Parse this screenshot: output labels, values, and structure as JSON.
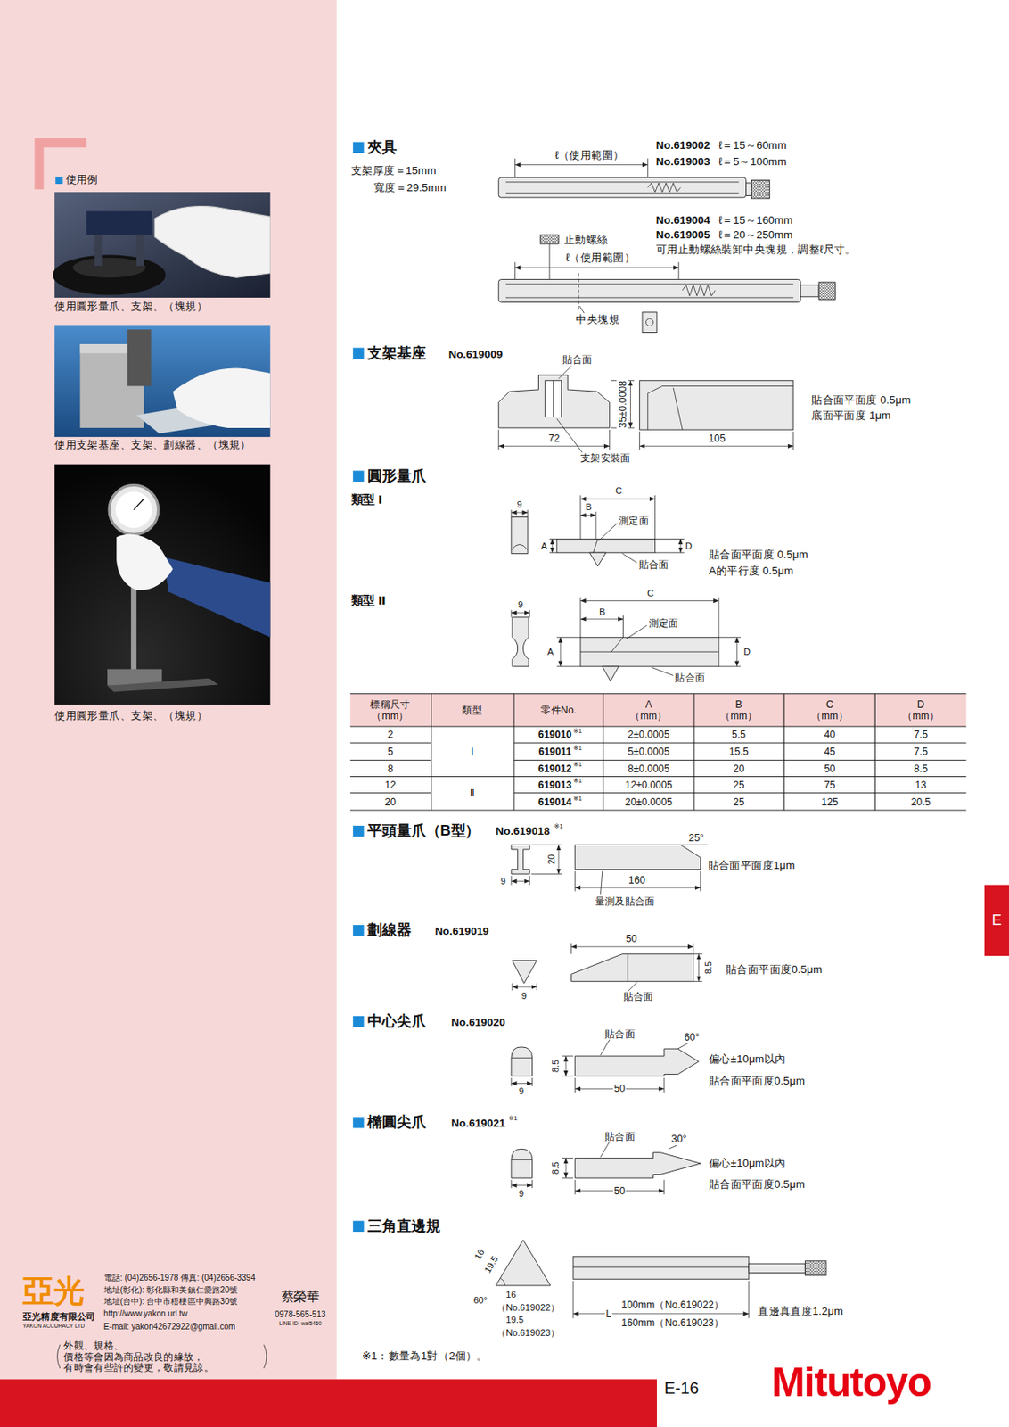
{
  "diagram": {
    "nodes": [
      {
        "text": [
          "E"
        ]
      }
    ],
    "labels": [
      "使用例",
      "使用圓形量爪、支架、（塊規）",
      "使用支架基座、支架、劃線器、（塊規）",
      "使用圓形量爪、支架、（塊規）",
      "夾具",
      "支架厚度＝15mm",
      "寬度＝29.5mm",
      "ℓ（使用範圍）",
      "No.619002",
      "ℓ＝15～60mm",
      "No.619003",
      "ℓ＝5～100mm",
      "No.619004",
      "ℓ＝15～160mm",
      "No.619005",
      "ℓ＝20～250mm",
      "可用止動螺絲裝卸中央塊規，調整ℓ尺寸。",
      "止動螺絲",
      "ℓ（使用範圍）",
      "中央塊規",
      "支架基座",
      "No.619009",
      "貼合面",
      "35±0.0008",
      "72",
      "105",
      "支架安裝面",
      "貼合面平面度 0.5μm",
      "底面平面度 1μm",
      "圓形量爪",
      "類型 Ⅰ",
      "9",
      "C",
      "B",
      "測定面",
      "A",
      "D",
      "貼合面",
      "貼合面平面度 0.5μm",
      "A的平行度 0.5μm",
      "類型 Ⅱ",
      "9",
      "C",
      "B",
      "測定面",
      "A",
      "D",
      "貼合面",
      "標稱尺寸 （mm）",
      "類型",
      "零件No.",
      "A （mm）",
      "B （mm）",
      "C （mm）",
      "D （mm）",
      "2",
      "Ⅰ",
      "619010",
      "※1",
      "2±0.0005",
      "5.5",
      "40",
      "7.5",
      "5",
      "619011",
      "※1",
      "5±0.0005",
      "15.5",
      "45",
      "7.5",
      "8",
      "619012",
      "※1",
      "8±0.0005",
      "20",
      "50",
      "8.5",
      "12",
      "Ⅱ",
      "619013",
      "※1",
      "12±0.0005",
      "25",
      "75",
      "13",
      "20",
      "619014",
      "※1",
      "20±0.0005",
      "25",
      "125",
      "20.5",
      "平頭量爪（B型）",
      "No.619018",
      "※1",
      "25°",
      "20",
      "9",
      "160",
      "量測及貼合面",
      "貼合面平面度1μm",
      "劃線器",
      "No.619019",
      "50",
      "8.5",
      "9",
      "貼合面",
      "貼合面平面度0.5μm",
      "中心尖爪",
      "No.619020",
      "貼合面",
      "60°",
      "9",
      "8.5",
      "50",
      "偏心±10μm以內",
      "貼合面平面度0.5μm",
      "橢圓尖爪",
      "No.619021",
      "※1",
      "貼合面",
      "30°",
      "9",
      "8.5",
      "50",
      "偏心±10μm以內",
      "貼合面平面度0.5μm",
      "三角直邊規",
      "16",
      "19.5",
      "60°",
      "16",
      "（No.619022）",
      "19.5",
      "（No.619023）",
      "L",
      "100mm（No.619022）",
      "160mm（No.619023）",
      "直邊真直度1.2μm",
      "亞光",
      "亞光精度有限公司",
      "YAKON ACCURACY LTD",
      "電話: (04)2656-1978 傳真: (04)2656-3394",
      "地址(彰化): 彰化縣和美鎮仁愛路20號",
      "地址(台中): 台中市梧棲區中興路30號",
      "http://www.yakon.url.tw",
      "E-mail: yakon42672922@gmail.com",
      "蔡榮華",
      "0978-565-513",
      "LINE ID: wai5450",
      "外觀、規格、價格等會因為商品改良的緣故， 有時會有些許的變更，敬請見諒。",
      "※1：數量為1對（2個）。",
      "E-16",
      "Mitutoyo"
    ]
  }
}
